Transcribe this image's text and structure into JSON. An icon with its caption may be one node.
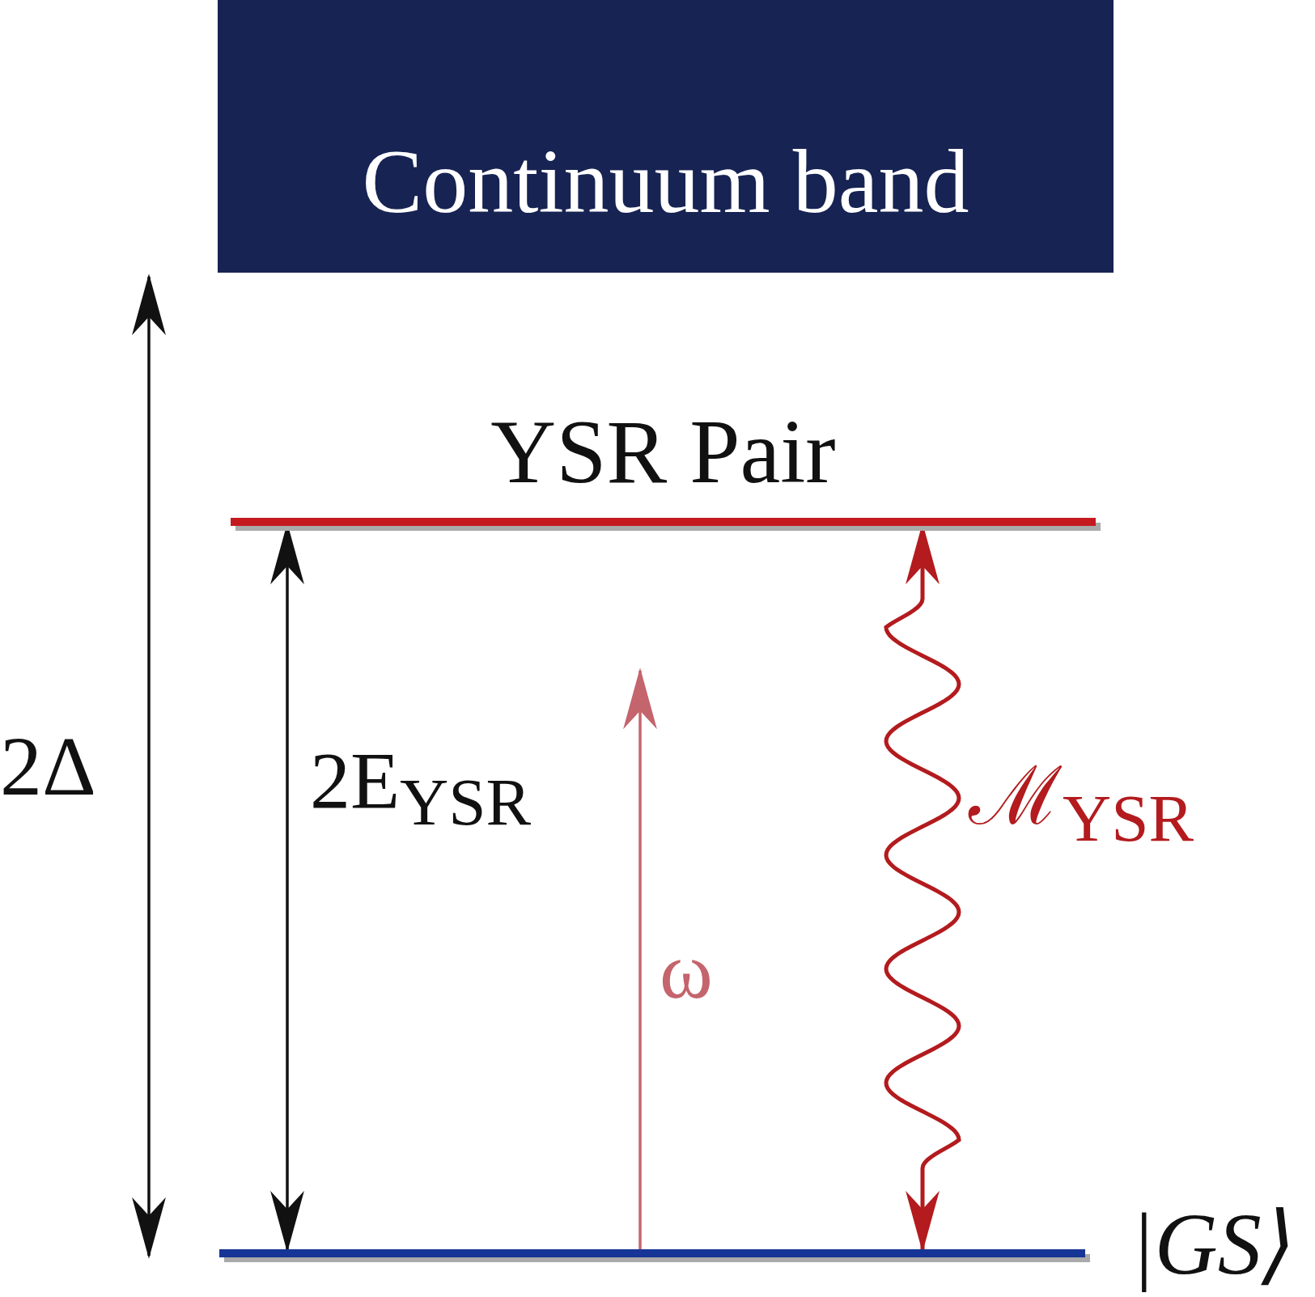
{
  "diagram": {
    "nodes": [
      {
        "text": [
          "Continuum band"
        ]
      },
      {
        "text": [
          "YSR Pair"
        ]
      },
      {
        "text": [],
        "shape": "bar",
        "beside": [
          "|GS⟩"
        ]
      }
    ],
    "edges": [
      {
        "from": 1,
        "to": 2,
        "arrow": "both",
        "label": "2E$_{YSR}$"
      },
      {
        "from": 2,
        "to": null,
        "arrow": "to",
        "label": "ω",
        "color": "#c4646c"
      },
      {
        "from": 2,
        "to": 1,
        "arrow": "both",
        "label": "ℳ$_{YSR}$",
        "color": "#b31b1e"
      }
    ],
    "labels": [
      "2Δ"
    ]
  }
}
